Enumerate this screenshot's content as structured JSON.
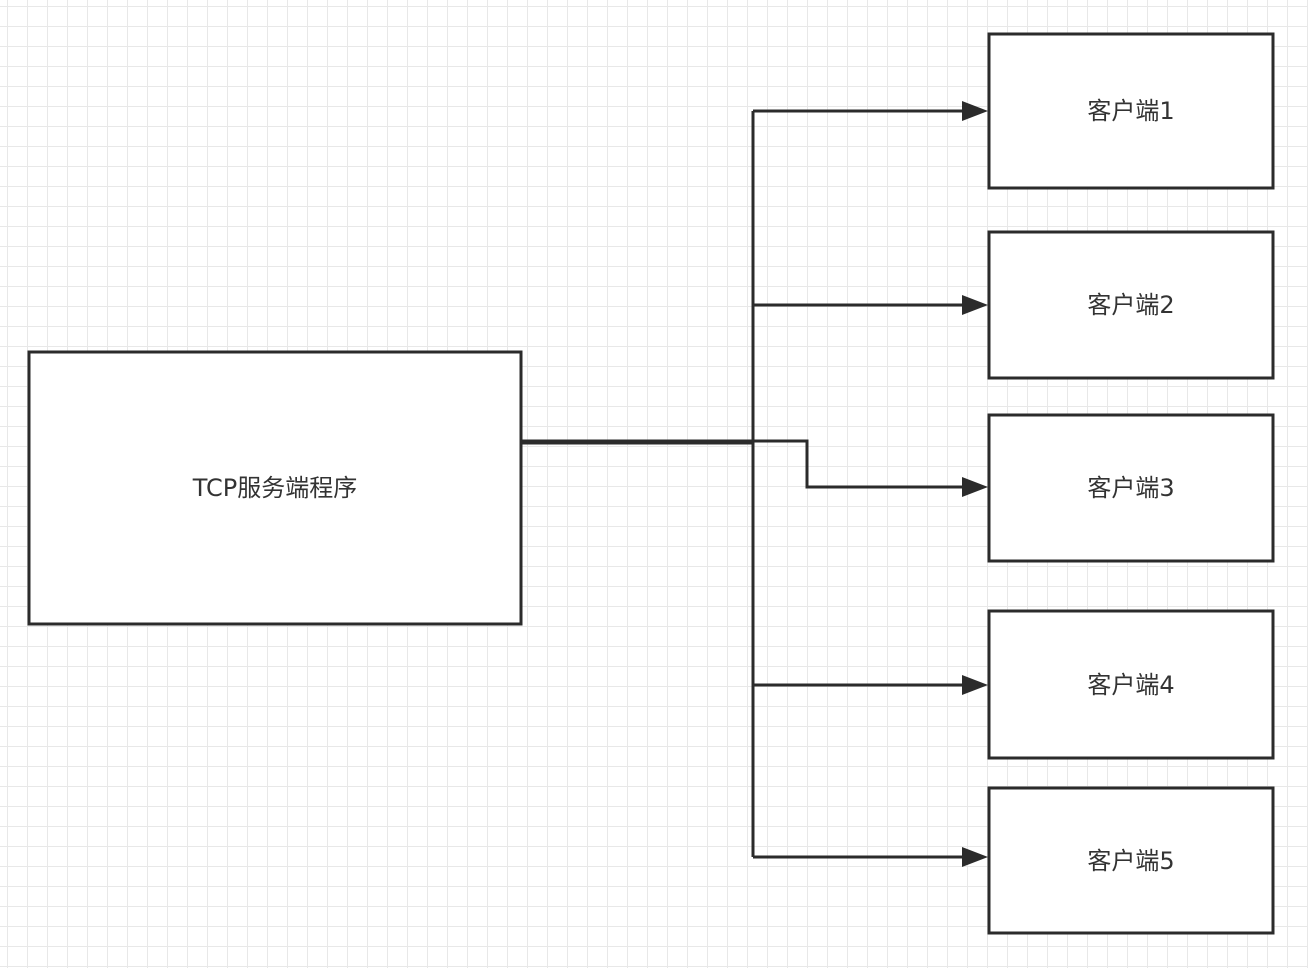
{
  "server": {
    "label": "TCP服务端程序"
  },
  "clients": [
    {
      "label": "客户端1"
    },
    {
      "label": "客户端2"
    },
    {
      "label": "客户端3"
    },
    {
      "label": "客户端4"
    },
    {
      "label": "客户端5"
    }
  ],
  "colors": {
    "stroke": "#2b2b2b",
    "text": "#333333",
    "grid": "#e8e8e8",
    "background": "#ffffff"
  }
}
